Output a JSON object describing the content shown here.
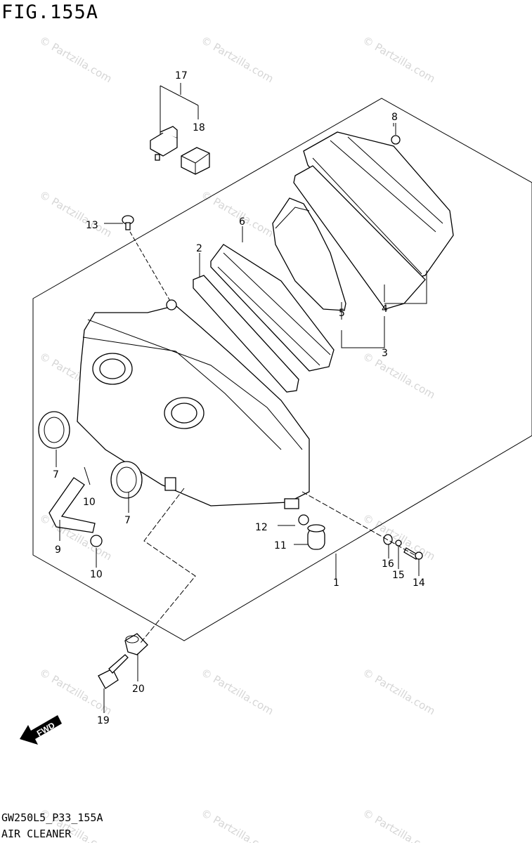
{
  "figure_title": "FIG.155A",
  "footer": {
    "model_code": "GW250L5_P33_155A",
    "section_name": "AIR CLEANER"
  },
  "watermark": "© Partzilla.com",
  "fwd_label": "FWD",
  "callouts": [
    "17",
    "18",
    "8",
    "13",
    "6",
    "2",
    "4",
    "5",
    "3",
    "7",
    "10",
    "9",
    "10",
    "7",
    "12",
    "11",
    "1",
    "16",
    "15",
    "14",
    "20",
    "19"
  ]
}
